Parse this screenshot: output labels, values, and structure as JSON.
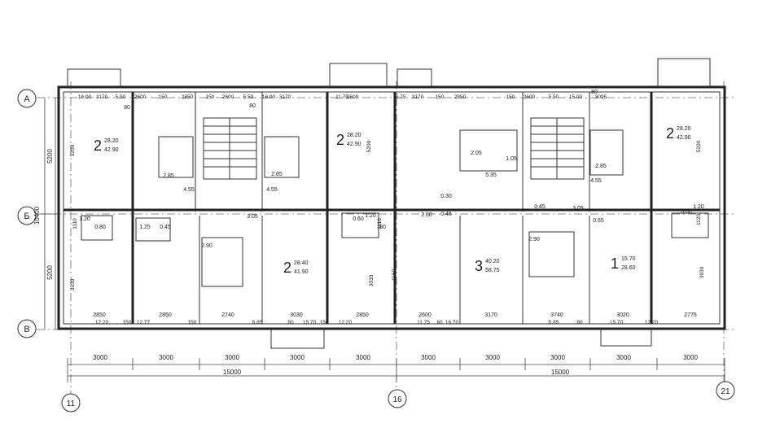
{
  "axes_letters": [
    "А",
    "Б",
    "В"
  ],
  "axes_numbers": [
    "11",
    "16",
    "21"
  ],
  "left_dims": {
    "total": "10400",
    "upper": "5200",
    "lower": "5200"
  },
  "bottom_dims": {
    "modules": [
      "3000",
      "3000",
      "3000",
      "3000",
      "3000",
      "3000",
      "3000",
      "3000",
      "3000",
      "3000"
    ],
    "halves": [
      "15000",
      "15000"
    ]
  },
  "top_dims": [
    "16.00",
    "3170",
    "5.50",
    "2600",
    "150",
    "2850",
    "150",
    "2600",
    "5.50",
    "16.00",
    "3170",
    "11.75",
    "2600",
    "6.75",
    "3170",
    "150",
    "2850",
    "150",
    "2600",
    "5.50",
    "15.00",
    "3095"
  ],
  "bottom_inner_dims": [
    "2850",
    "2850",
    "2740",
    "3030",
    "2850",
    "2600",
    "3170",
    "3740",
    "3020",
    "2775"
  ],
  "bottom_edge_dims": [
    "12.20",
    "150",
    "12.77",
    "150",
    "5.85",
    "80",
    "15.70",
    "150",
    "12.20",
    "11.75",
    "60",
    "16.70",
    "5.85",
    "80",
    "15.70",
    "12.20"
  ],
  "vertical_dims": [
    "5200",
    "3930",
    "1110",
    "5200",
    "3030",
    "1110",
    "3930",
    "5200",
    "1150",
    "1120"
  ],
  "apartments": [
    {
      "rooms": "2",
      "living": "28.20",
      "total": "42.90"
    },
    {
      "rooms": "2",
      "living": "28.20",
      "total": "42.90"
    },
    {
      "rooms": "2",
      "living": "28.40",
      "total": "41.90"
    },
    {
      "rooms": "3",
      "living": "40.20",
      "total": "58.75"
    },
    {
      "rooms": "1",
      "living": "15.70",
      "total": "28.60"
    },
    {
      "rooms": "2",
      "living": "28.20",
      "total": "42.90"
    }
  ],
  "areas": [
    "2.85",
    "4.55",
    "2.85",
    "4.55",
    "2.05",
    "1.05",
    "5.35",
    "2.85",
    "4.55",
    "1.20",
    "0.80",
    "1.25",
    "0.45",
    "3.05",
    "2.90",
    "0.60",
    "1.20",
    "2.60",
    "0.30",
    "0.45",
    "0.45",
    "3.05",
    "0.65",
    "2.90",
    "0.60",
    "1.20",
    "80",
    "80",
    "80",
    "80"
  ]
}
